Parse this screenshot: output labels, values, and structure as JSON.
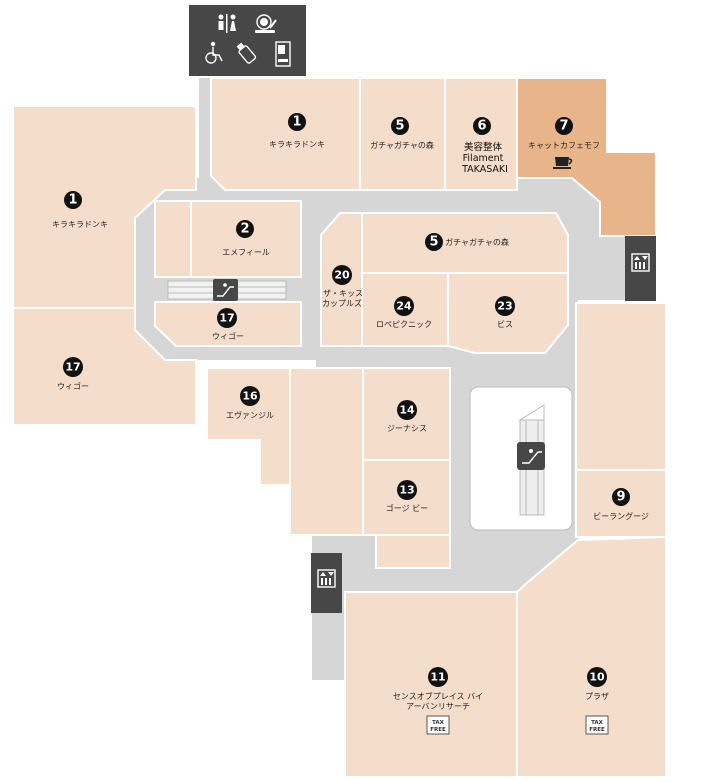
{
  "stores": [
    {
      "id": "kirakira-left",
      "number": "1",
      "name_lines": [
        "キラキラドンキ"
      ]
    },
    {
      "id": "kirakira-top",
      "number": "1",
      "name_lines": [
        "キラキラドンキ"
      ]
    },
    {
      "id": "gacha-top",
      "number": "5",
      "name_lines": [
        "ガチャガチャの森"
      ]
    },
    {
      "id": "biyou",
      "number": "6",
      "name_lines": [
        "美容整体",
        "Filament",
        "TAKASAKI"
      ]
    },
    {
      "id": "cat-cafe",
      "number": "7",
      "name_lines": [
        "キャットカフェモフ"
      ]
    },
    {
      "id": "emphiil",
      "number": "2",
      "name_lines": [
        "エメフィール"
      ]
    },
    {
      "id": "gacha-mid",
      "number": "5",
      "name_lines": [
        "ガチャガチャの森"
      ]
    },
    {
      "id": "kiss",
      "number": "20",
      "name_lines": [
        "ザ・キッス",
        "カップルズ"
      ]
    },
    {
      "id": "robepikunikku",
      "number": "24",
      "name_lines": [
        "ロペピクニック"
      ]
    },
    {
      "id": "bis",
      "number": "23",
      "name_lines": [
        "ビス"
      ]
    },
    {
      "id": "wego-center",
      "number": "17",
      "name_lines": [
        "ウィゴー"
      ]
    },
    {
      "id": "wego-left",
      "number": "17",
      "name_lines": [
        "ウィゴー"
      ]
    },
    {
      "id": "evangiru",
      "number": "16",
      "name_lines": [
        "エヴァンジル"
      ]
    },
    {
      "id": "jinasis",
      "number": "14",
      "name_lines": [
        "ジーナシス"
      ]
    },
    {
      "id": "gojibi",
      "number": "13",
      "name_lines": [
        "ゴージ ビー"
      ]
    },
    {
      "id": "village",
      "number": "9",
      "name_lines": [
        "ビーラングージ"
      ]
    },
    {
      "id": "sense",
      "number": "11",
      "name_lines": [
        "センスオブプレイス バイ",
        "アーバンリサーチ"
      ]
    },
    {
      "id": "plaza",
      "number": "10",
      "name_lines": [
        "プラザ"
      ]
    }
  ],
  "tax_free_label_1": "TAX",
  "tax_free_label_2": "FREE",
  "icons": {
    "restroom": "restroom-icon",
    "powder_room": "powder-room-icon",
    "accessible": "wheelchair-icon",
    "baby": "baby-bottle-icon",
    "vending": "vending-machine-icon",
    "elevator": "elevator-icon",
    "escalator": "escalator-icon",
    "cafe": "coffee-cup-icon"
  },
  "colors": {
    "store": "#f5ddcb",
    "cafe_store": "#e8b48a",
    "corridor": "#d6d6d6",
    "facility": "#474747"
  }
}
